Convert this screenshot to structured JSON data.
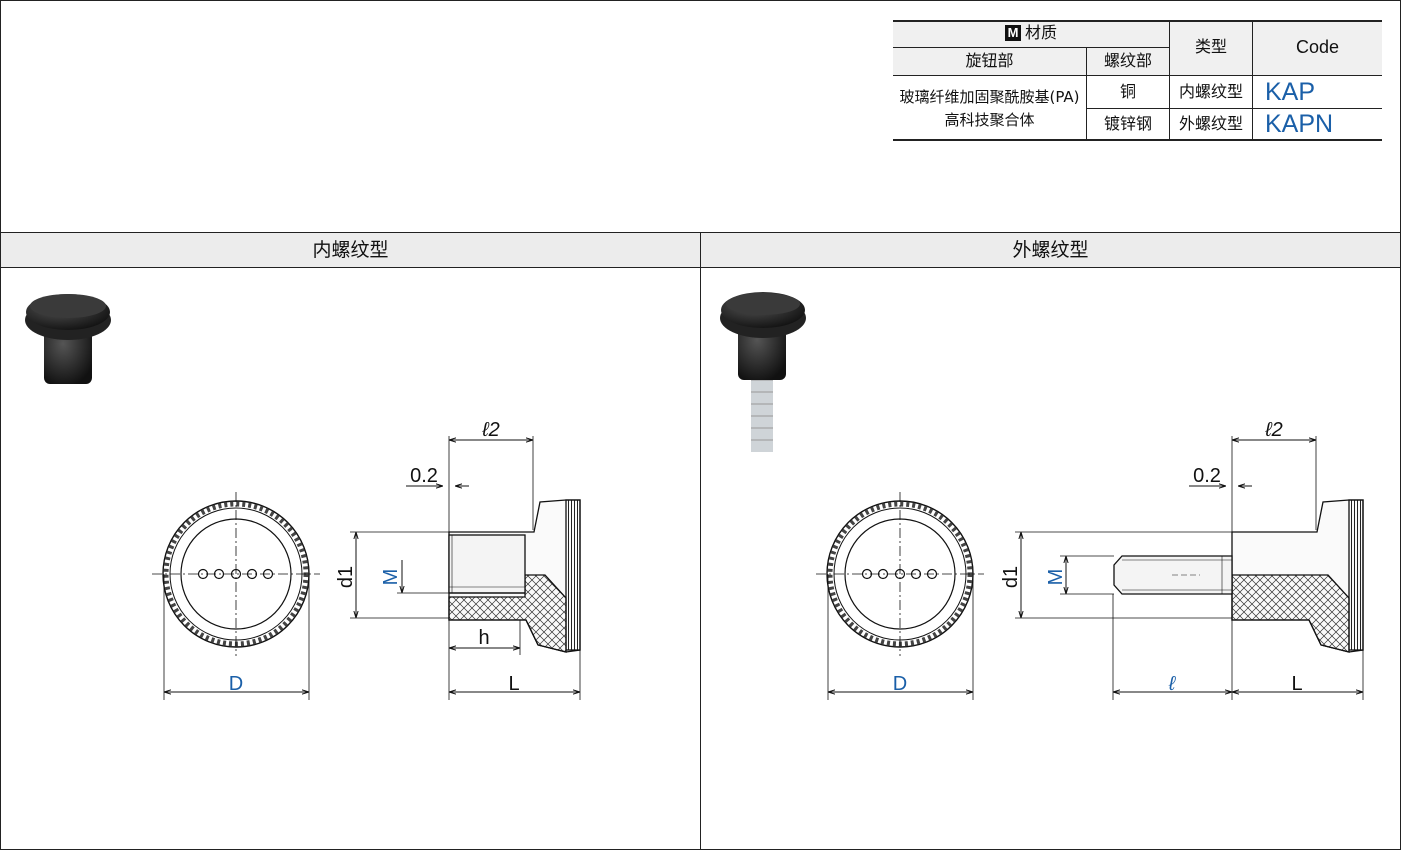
{
  "spec_table": {
    "material_header": "材质",
    "material_badge": "M",
    "knob_header": "旋钮部",
    "thread_header": "螺纹部",
    "type_header": "类型",
    "code_header": "Code",
    "knob_material_line1": "玻璃纤维加固聚酰胺基(PA)",
    "knob_material_line2": "高科技聚合体",
    "rows": [
      {
        "thread": "铜",
        "type": "内螺纹型",
        "code": "KAP"
      },
      {
        "thread": "镀锌钢",
        "type": "外螺纹型",
        "code": "KAPN"
      }
    ]
  },
  "sections": {
    "left_title": "内螺纹型",
    "right_title": "外螺纹型"
  },
  "dimensions": {
    "l2": "ℓ2",
    "gap": "0.2",
    "d1": "d1",
    "m": "M",
    "h": "h",
    "d": "D",
    "l": "L",
    "ell": "ℓ"
  },
  "icons": [
    "knob-photo-internal",
    "knob-photo-external"
  ],
  "colors": {
    "accent": "#1a5fa8",
    "header_bg": "#ececec"
  }
}
